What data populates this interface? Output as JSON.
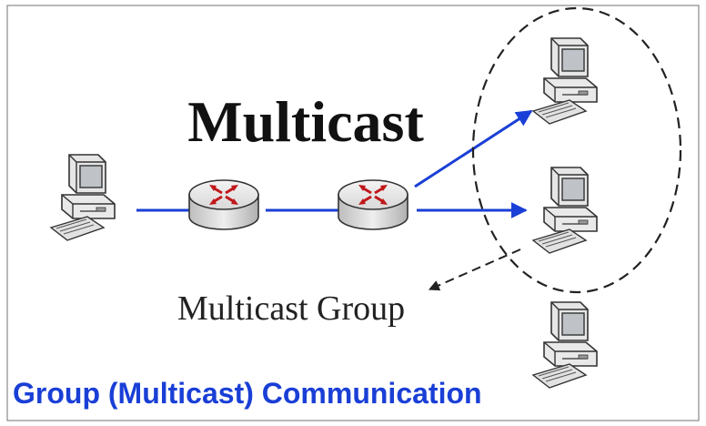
{
  "diagram": {
    "title": "Multicast",
    "group_label": "Multicast Group",
    "caption": "Group (Multicast) Communication"
  },
  "colors": {
    "link": "#1a3fd6",
    "caption": "#1a3fd6",
    "router_arrows": "#c0171a",
    "frame": "#888888"
  },
  "icons": {
    "router": "router-icon",
    "computer": "desktop-computer-icon"
  }
}
